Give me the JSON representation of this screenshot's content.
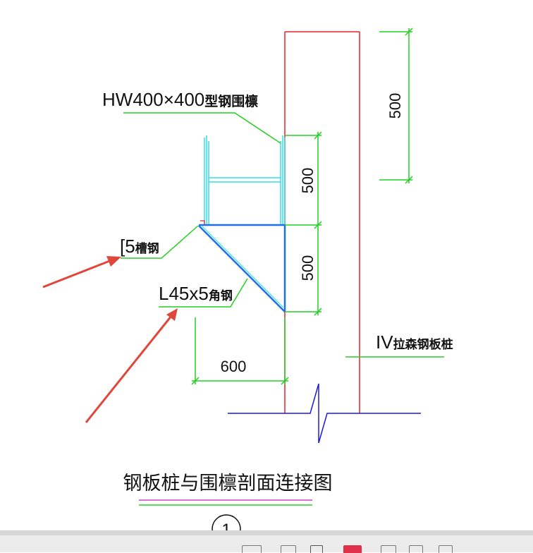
{
  "labels": {
    "beam": "HW400×400",
    "beam_cn": "型钢围檩",
    "channel": "[5",
    "channel_cn": "槽钢",
    "angle": "L45x5",
    "angle_cn": "角钢",
    "pile": "IV",
    "pile_cn": "拉森钢板桩"
  },
  "dimensions": {
    "top": "500",
    "mid_upper": "500",
    "mid_lower": "500",
    "bottom": "600"
  },
  "title": "钢板桩与围檩剖面连接图",
  "detail_number": "1",
  "colors": {
    "pile": "#e8202a",
    "dimension": "#22d022",
    "beam": "#2ee0e8",
    "bracket": "#1e70e8",
    "ground": "#1a1ae0",
    "arrow": "#e0473b",
    "title_underline_top": "#d040d0",
    "title_underline_bottom": "#22d022"
  }
}
